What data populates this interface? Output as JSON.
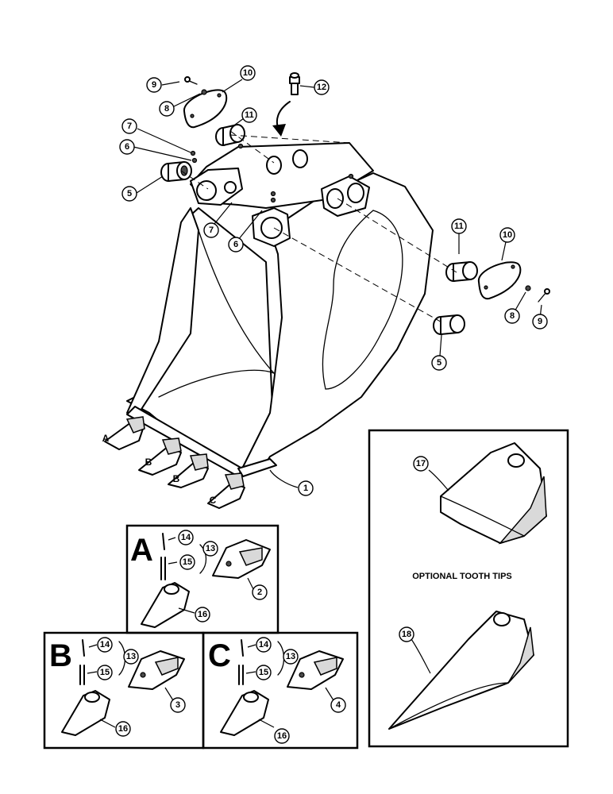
{
  "callouts": {
    "c1": "1",
    "c2": "2",
    "c3": "3",
    "c4": "4",
    "c5a": "5",
    "c5b": "5",
    "c6a": "6",
    "c6b": "6",
    "c7a": "7",
    "c7b": "7",
    "c8a": "8",
    "c8b": "8",
    "c9a": "9",
    "c9b": "9",
    "c10a": "10",
    "c10b": "10",
    "c11a": "11",
    "c11b": "11",
    "c12": "12",
    "c13a": "13",
    "c13b": "13",
    "c13c": "13",
    "c14a": "14",
    "c14b": "14",
    "c14c": "14",
    "c15a": "15",
    "c15b": "15",
    "c15c": "15",
    "c16a": "16",
    "c16b": "16",
    "c16c": "16",
    "c17": "17",
    "c18": "18"
  },
  "tooth_labels": {
    "t1": "A",
    "t2": "B",
    "t3": "B",
    "t4": "C"
  },
  "inset_labels": {
    "a": "A",
    "b": "B",
    "c": "C"
  },
  "optional_caption": "OPTIONAL TOOTH TIPS"
}
